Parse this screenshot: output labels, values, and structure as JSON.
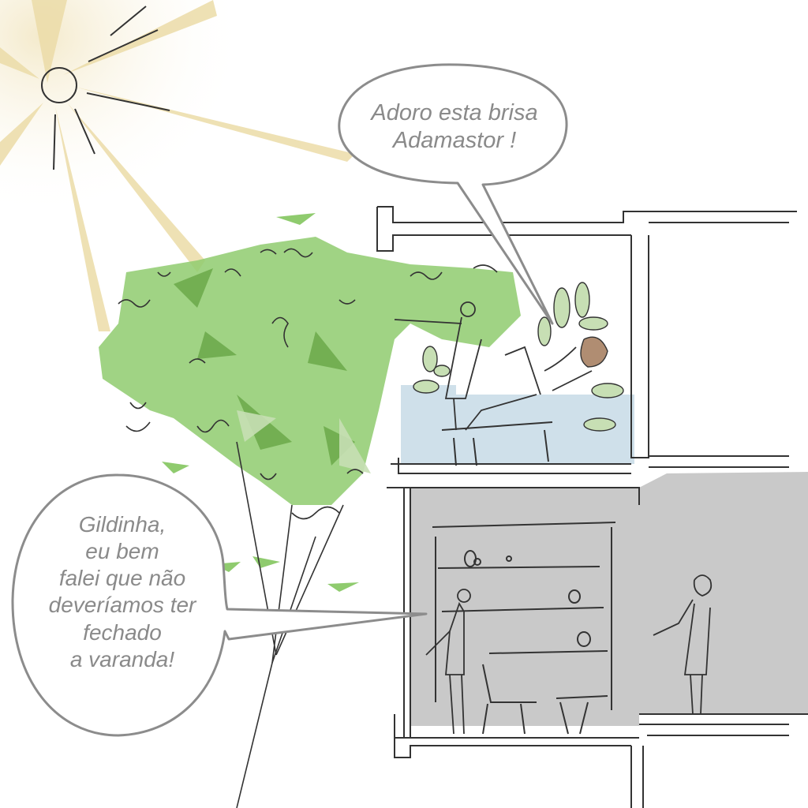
{
  "speech_top": {
    "lines": [
      "Adoro esta brisa",
      "Adamastor !"
    ]
  },
  "speech_left": {
    "lines": [
      "Gildinha,",
      "eu bem",
      "falei que não",
      "deveríamos ter",
      "fechado",
      "a varanda!"
    ]
  },
  "colors": {
    "sun": "#efe2b4",
    "foliage": "#8fcb6e",
    "interior_shade": "#c9c9c9",
    "pool": "#cfe0ea",
    "ink": "#333333",
    "bubble_outline": "#8c8c8c",
    "text": "#8a8a8a"
  }
}
